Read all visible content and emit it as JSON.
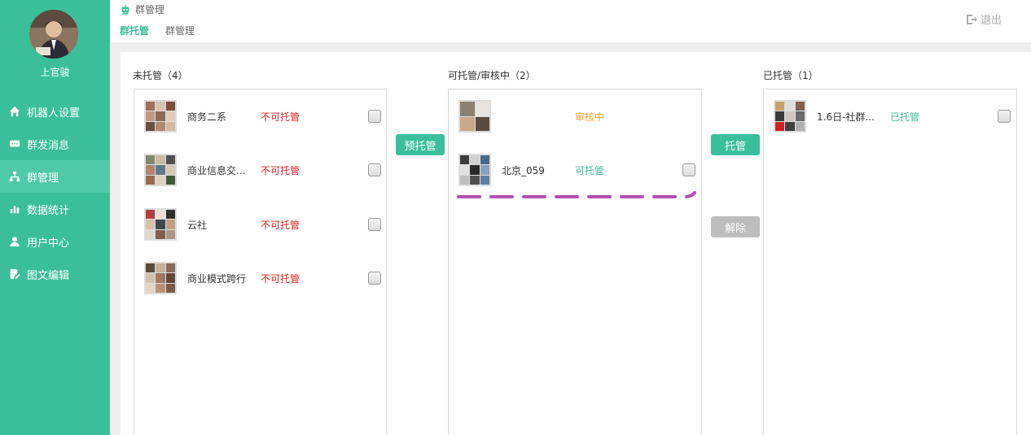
{
  "user": {
    "name": "上官骏"
  },
  "nav": [
    {
      "label": "机器人设置",
      "icon": "home-icon"
    },
    {
      "label": "群发消息",
      "icon": "message-icon"
    },
    {
      "label": "群管理",
      "icon": "hierarchy-icon",
      "active": true
    },
    {
      "label": "数据统计",
      "icon": "bar-chart-icon"
    },
    {
      "label": "用户中心",
      "icon": "user-icon"
    },
    {
      "label": "图文编辑",
      "icon": "edit-icon"
    }
  ],
  "header": {
    "title": "群管理",
    "tabs": [
      {
        "label": "群托管",
        "active": true
      },
      {
        "label": "群管理"
      }
    ],
    "logout_label": "退出"
  },
  "columns": {
    "unmanaged": {
      "title": "未托管（4）",
      "rows": [
        {
          "name": "商务二系",
          "status": "不可托管"
        },
        {
          "name": "商业信息交...",
          "status": "不可托管"
        },
        {
          "name": "云社",
          "status": "不可托管"
        },
        {
          "name": "商业模式跨行",
          "status": "不可托管"
        }
      ]
    },
    "pending": {
      "title": "可托管/审核中（2）",
      "rows": [
        {
          "name": "",
          "status": "审核中"
        },
        {
          "name": "北京_059",
          "status": "可托管"
        }
      ]
    },
    "managed": {
      "title": "已托管（1）",
      "rows": [
        {
          "name": "1.6日-社群...",
          "status": "已托管"
        }
      ]
    }
  },
  "buttons": {
    "pre_manage": "预托管",
    "manage": "托管",
    "release": "解除"
  },
  "colors": {
    "accent": "#3bbf9b",
    "status_unavailable": "#e02020",
    "status_reviewing": "#f0a020",
    "status_available": "#3bbf9b",
    "annotation": "#b44fb0"
  }
}
